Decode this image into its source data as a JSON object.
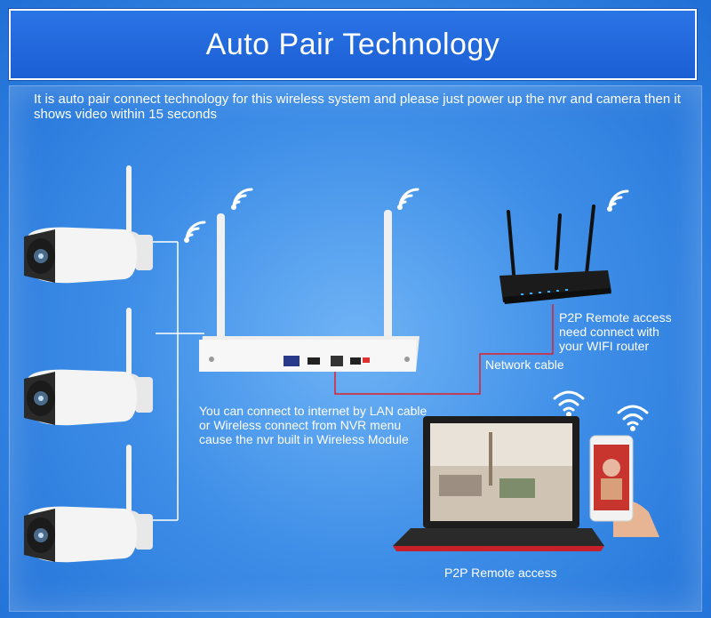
{
  "header": {
    "title": "Auto Pair Technology"
  },
  "intro": {
    "text": "It is auto pair connect technology for this wireless system and please just power up the nvr and camera then it shows video within 15 seconds"
  },
  "labels": {
    "remote_access_router": [
      "P2P Remote access",
      "need connect with",
      "your WIFI router"
    ],
    "network_cable": "Network cable",
    "nvr_note": [
      "You can connect to internet by LAN cable",
      "or Wireless connect from NVR menu",
      "cause the nvr built in Wireless Module"
    ],
    "p2p_bottom": "P2P Remote access"
  },
  "colors": {
    "background": "#3f8fe8",
    "banner": "#1f66dc",
    "cable": "#e0202a",
    "wire": "#ffffff"
  },
  "icons": [
    "wifi-icon",
    "camera-icon",
    "nvr-icon",
    "router-icon",
    "laptop-icon",
    "smartphone-icon"
  ]
}
